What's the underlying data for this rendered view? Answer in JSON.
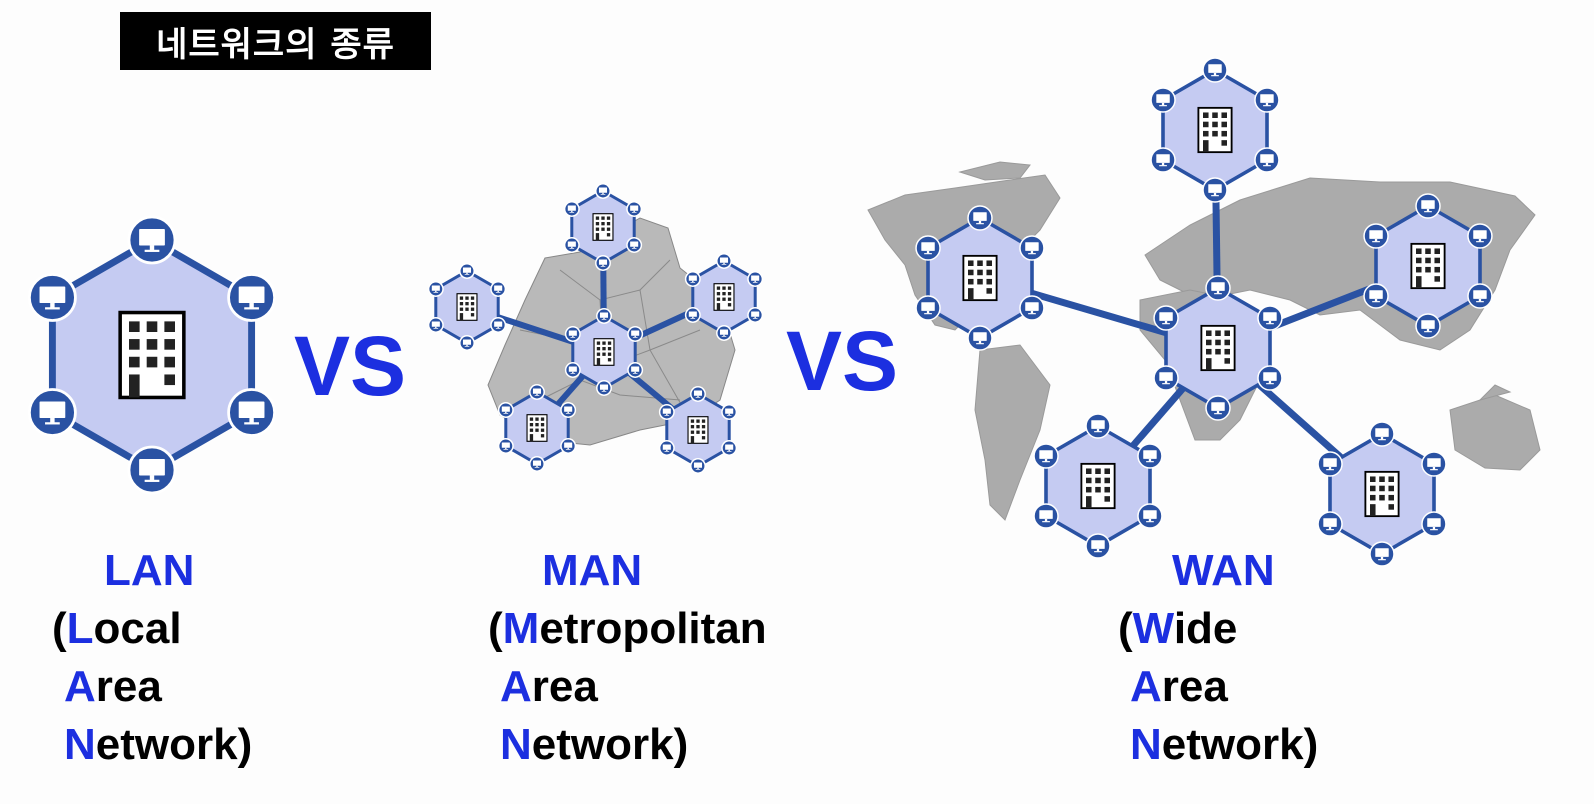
{
  "title": "네트워크의 종류",
  "separator_label": "VS",
  "colors": {
    "accent": "#1c2fe0",
    "hex_fill": "#c5cbf2",
    "hex_border": "#2a52a3",
    "map": "#aaaaaa"
  },
  "networks": [
    {
      "abbr": "LAN",
      "open": "(",
      "lines": [
        {
          "first": "L",
          "rest": "ocal"
        },
        {
          "first": "A",
          "rest": "rea"
        },
        {
          "first": "N",
          "rest": "etwork)"
        }
      ]
    },
    {
      "abbr": "MAN",
      "open": "(",
      "lines": [
        {
          "first": "M",
          "rest": "etropolitan"
        },
        {
          "first": "A",
          "rest": "rea"
        },
        {
          "first": "N",
          "rest": "etwork)"
        }
      ]
    },
    {
      "abbr": "WAN",
      "open": "(",
      "lines": [
        {
          "first": "W",
          "rest": "ide"
        },
        {
          "first": "A",
          "rest": "rea"
        },
        {
          "first": "N",
          "rest": "etwork)"
        }
      ]
    }
  ],
  "icons": {
    "node": "computer-monitor-icon",
    "center": "office-building-icon"
  }
}
